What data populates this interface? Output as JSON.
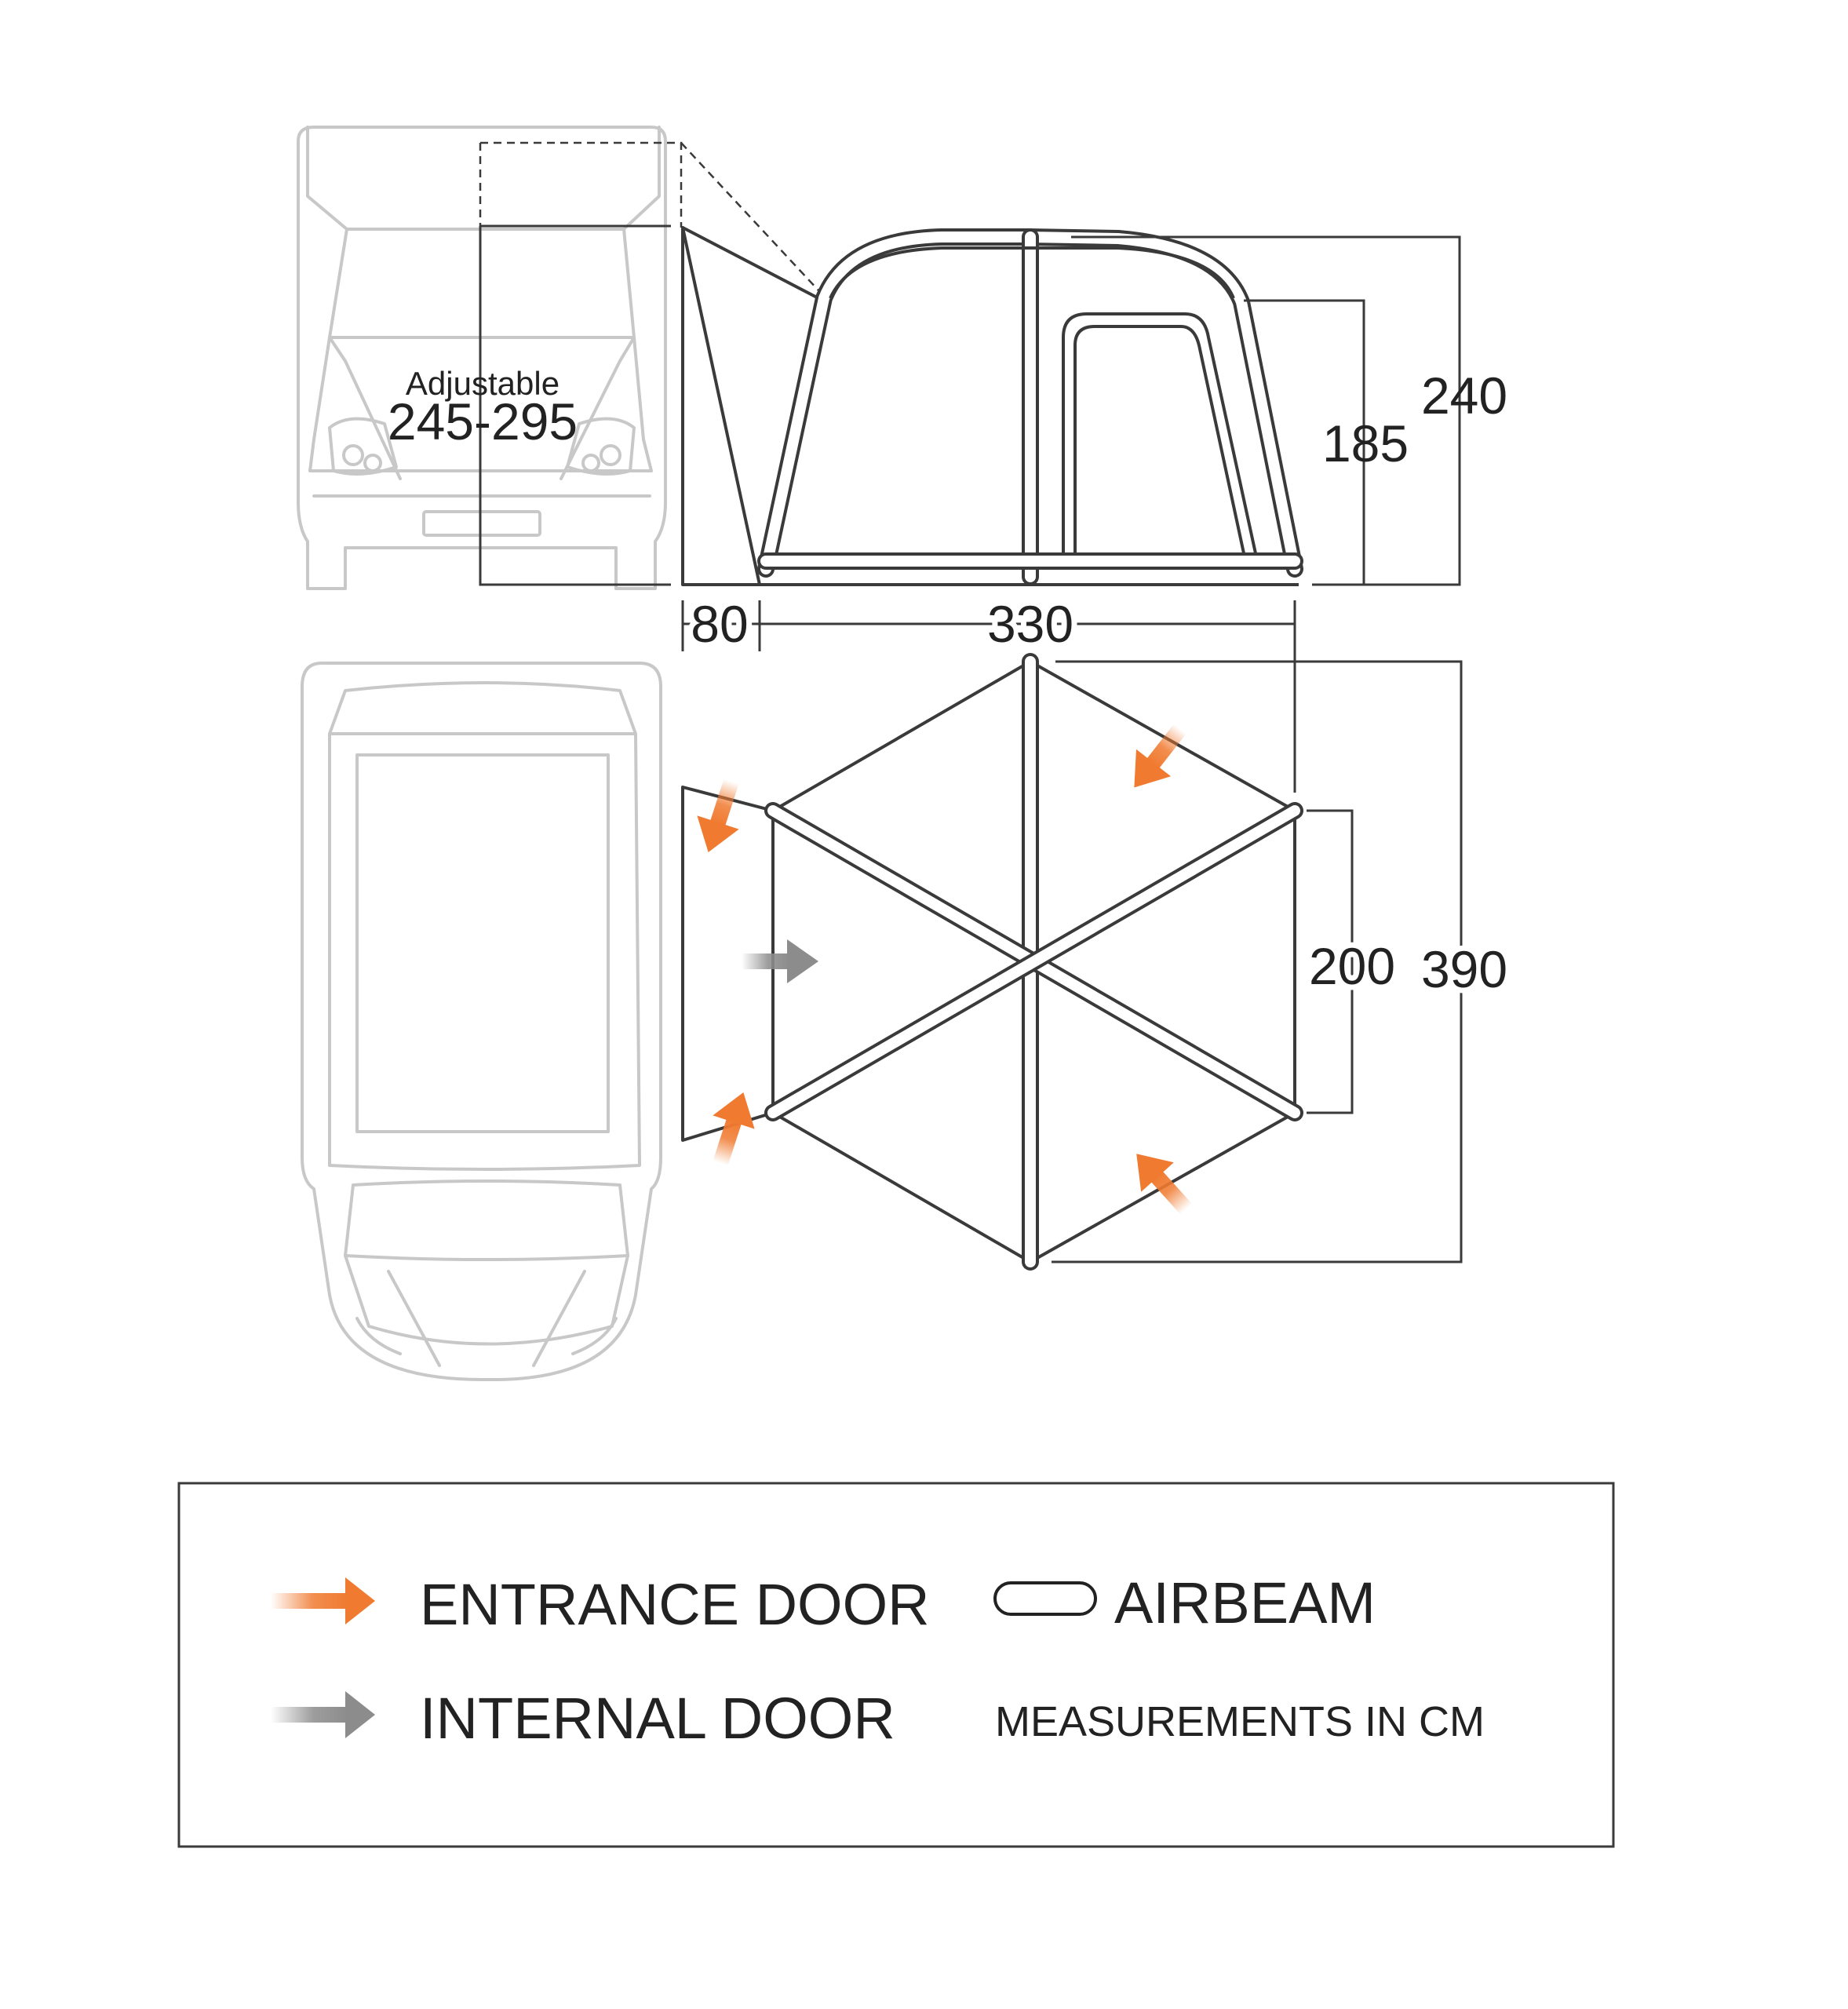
{
  "dimensions": {
    "adjustable_label": "Adjustable",
    "adjustable_range": "245-295",
    "height_inner": "185",
    "height_total": "240",
    "tunnel_width": "80",
    "awning_width": "330",
    "side_width": "200",
    "depth_total": "390"
  },
  "legend": {
    "entrance_door": "ENTRANCE DOOR",
    "internal_door": "INTERNAL DOOR",
    "airbeam": "AIRBEAM",
    "measurements_note": "MEASUREMENTS IN CM"
  },
  "colors": {
    "entrance_arrow": "#f07a30",
    "internal_arrow": "#8c8c8c",
    "outline": "#3a3a3a",
    "vehicle": "#c8c8c8"
  },
  "icons": {
    "entrance": "orange-arrow-icon",
    "internal": "grey-arrow-icon",
    "airbeam": "airbeam-pill-icon"
  }
}
